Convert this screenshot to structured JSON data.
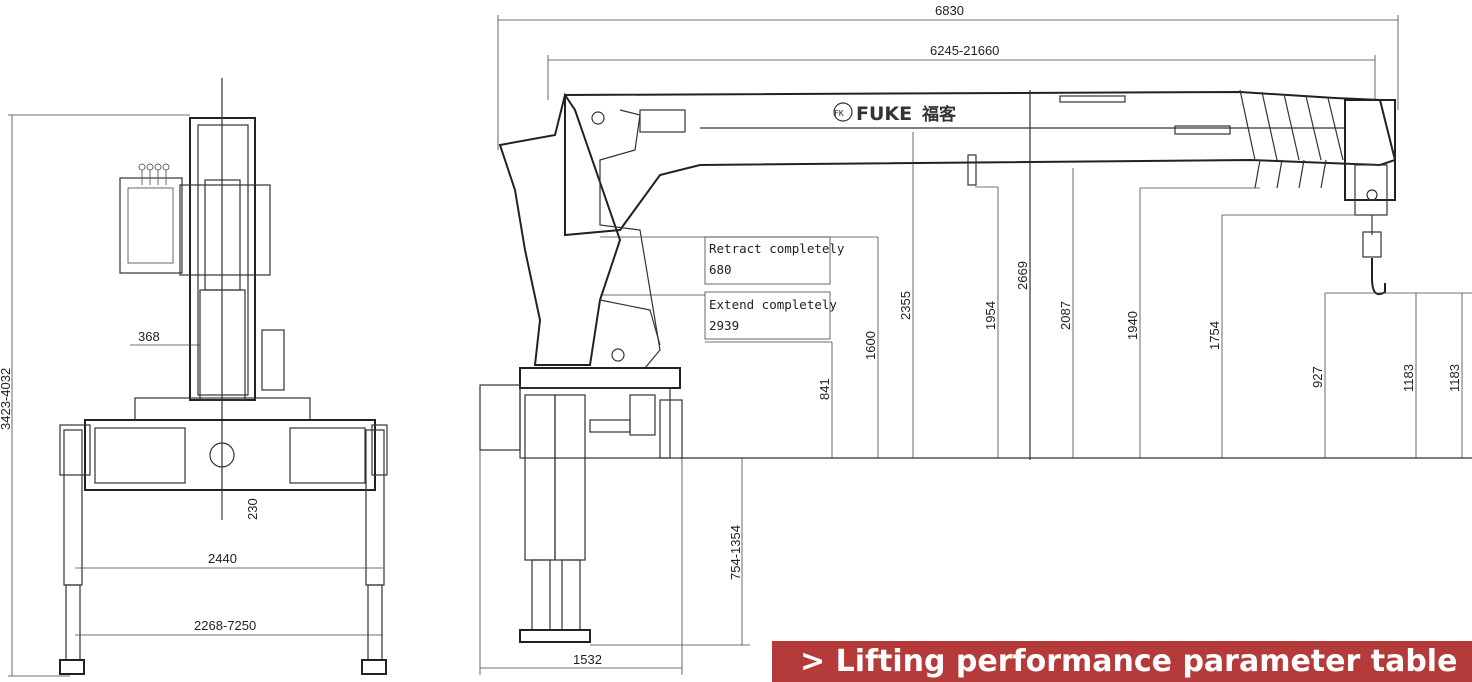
{
  "brand": {
    "logo_text": "FUKE",
    "logo_cn": "福客",
    "logo_mark": "FK"
  },
  "side_view": {
    "dims": {
      "overall_height": "3423-4032",
      "offset": "368",
      "ground_clearance": "230",
      "frame_width": "2440",
      "outrigger_span": "2268-7250"
    }
  },
  "front_view": {
    "dims": {
      "total_length": "6830",
      "boom_length": "6245-21660",
      "h_2355": "2355",
      "h_1954": "1954",
      "h_2669": "2669",
      "h_2087": "2087",
      "h_1940": "1940",
      "h_1754": "1754",
      "h_1600": "1600",
      "h_841": "841",
      "h_927": "927",
      "h_1183_a": "1183",
      "h_1183_b": "1183",
      "leg_height": "754-1354",
      "base_width": "1532"
    },
    "notes": {
      "retract_label": "Retract completely",
      "retract_value": "680",
      "extend_label": "Extend completely",
      "extend_value": "2939"
    }
  },
  "banner": {
    "text": "> Lifting performance parameter table"
  }
}
